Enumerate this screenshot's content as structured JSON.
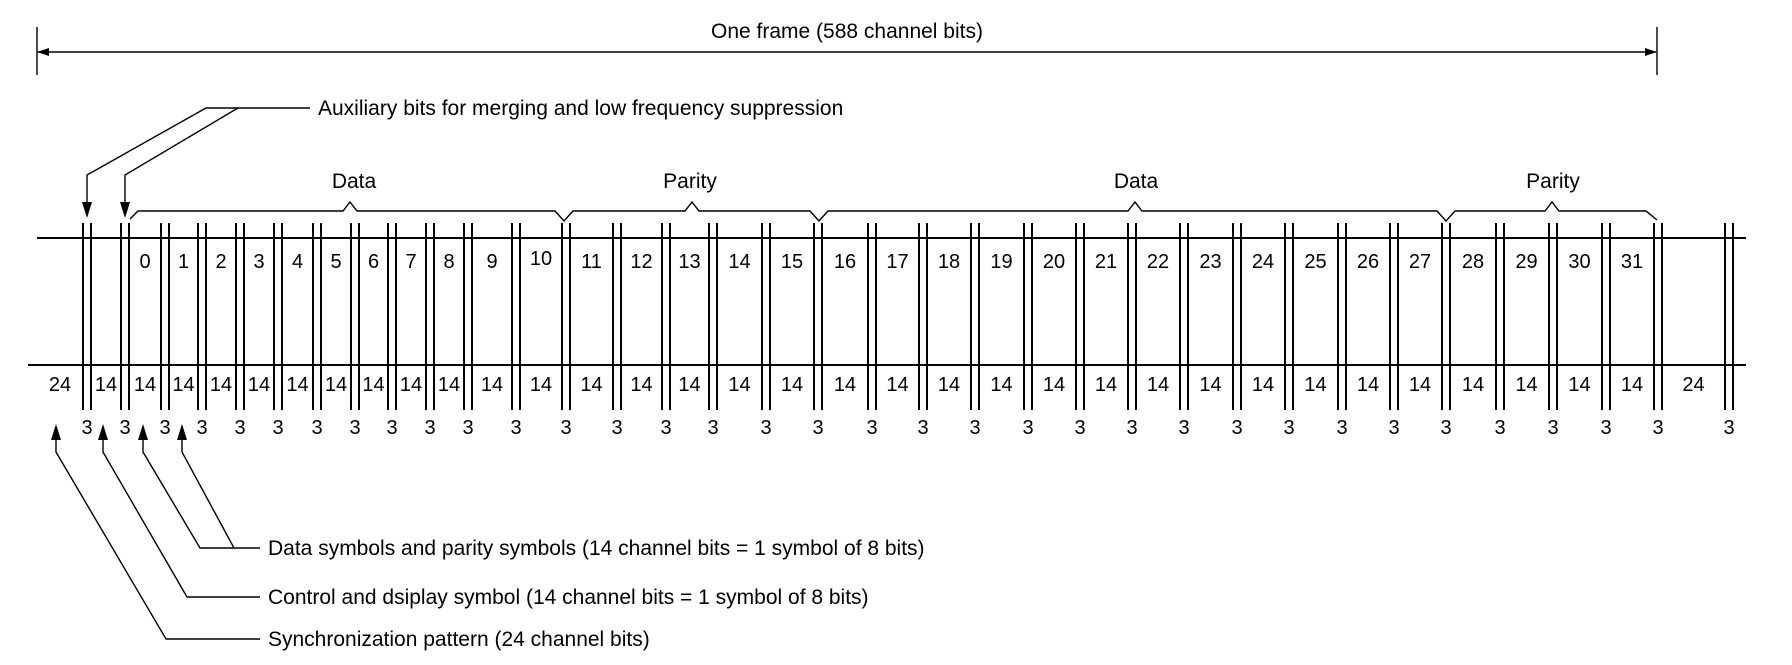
{
  "title": "One frame (588 channel bits)",
  "auxiliary_label": "Auxiliary bits for merging and low frequency suppression",
  "groups": [
    {
      "label": "Data"
    },
    {
      "label": "Parity"
    },
    {
      "label": "Data"
    },
    {
      "label": "Parity"
    }
  ],
  "symbol_numbers": [
    "0",
    "1",
    "2",
    "3",
    "4",
    "5",
    "6",
    "7",
    "8",
    "9",
    "10",
    "11",
    "12",
    "13",
    "14",
    "15",
    "16",
    "17",
    "18",
    "19",
    "20",
    "21",
    "22",
    "23",
    "24",
    "25",
    "26",
    "27",
    "28",
    "29",
    "30",
    "31"
  ],
  "bit_counts": [
    "24",
    "14",
    "14",
    "14",
    "14",
    "14",
    "14",
    "14",
    "14",
    "14",
    "14",
    "14",
    "14",
    "14",
    "14",
    "14",
    "14",
    "14",
    "14",
    "14",
    "14",
    "14",
    "14",
    "14",
    "14",
    "14",
    "14",
    "14",
    "14",
    "14",
    "14",
    "14",
    "14",
    "14",
    "24"
  ],
  "merging_bits": [
    "3",
    "3",
    "3",
    "3",
    "3",
    "3",
    "3",
    "3",
    "3",
    "3",
    "3",
    "3",
    "3",
    "3",
    "3",
    "3",
    "3",
    "3",
    "3",
    "3",
    "3",
    "3",
    "3",
    "3",
    "3",
    "3",
    "3",
    "3",
    "3",
    "3",
    "3",
    "3",
    "3",
    "3",
    "3"
  ],
  "legend": {
    "data_symbols": "Data symbols and parity symbols (14 channel bits = 1 symbol of 8 bits)",
    "control_symbol": "Control and dsiplay symbol (14 channel bits = 1 symbol of 8 bits)",
    "sync_pattern": "Synchronization pattern (24 channel bits)"
  }
}
